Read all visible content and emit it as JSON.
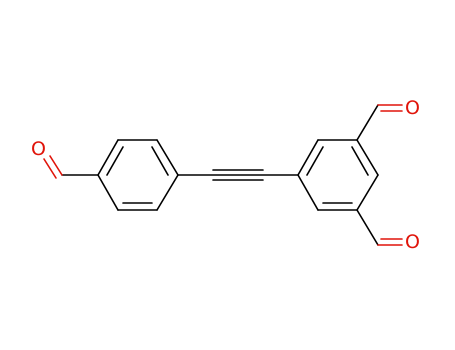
{
  "molecule": {
    "atoms": [
      {
        "label": "O",
        "color": "#e0140a"
      },
      {
        "label": "O",
        "color": "#e0140a"
      },
      {
        "label": "O",
        "color": "#e0140a"
      }
    ]
  },
  "colors": {
    "bond": "#000000",
    "oxygen": "#e0140a",
    "background": "#ffffff"
  }
}
